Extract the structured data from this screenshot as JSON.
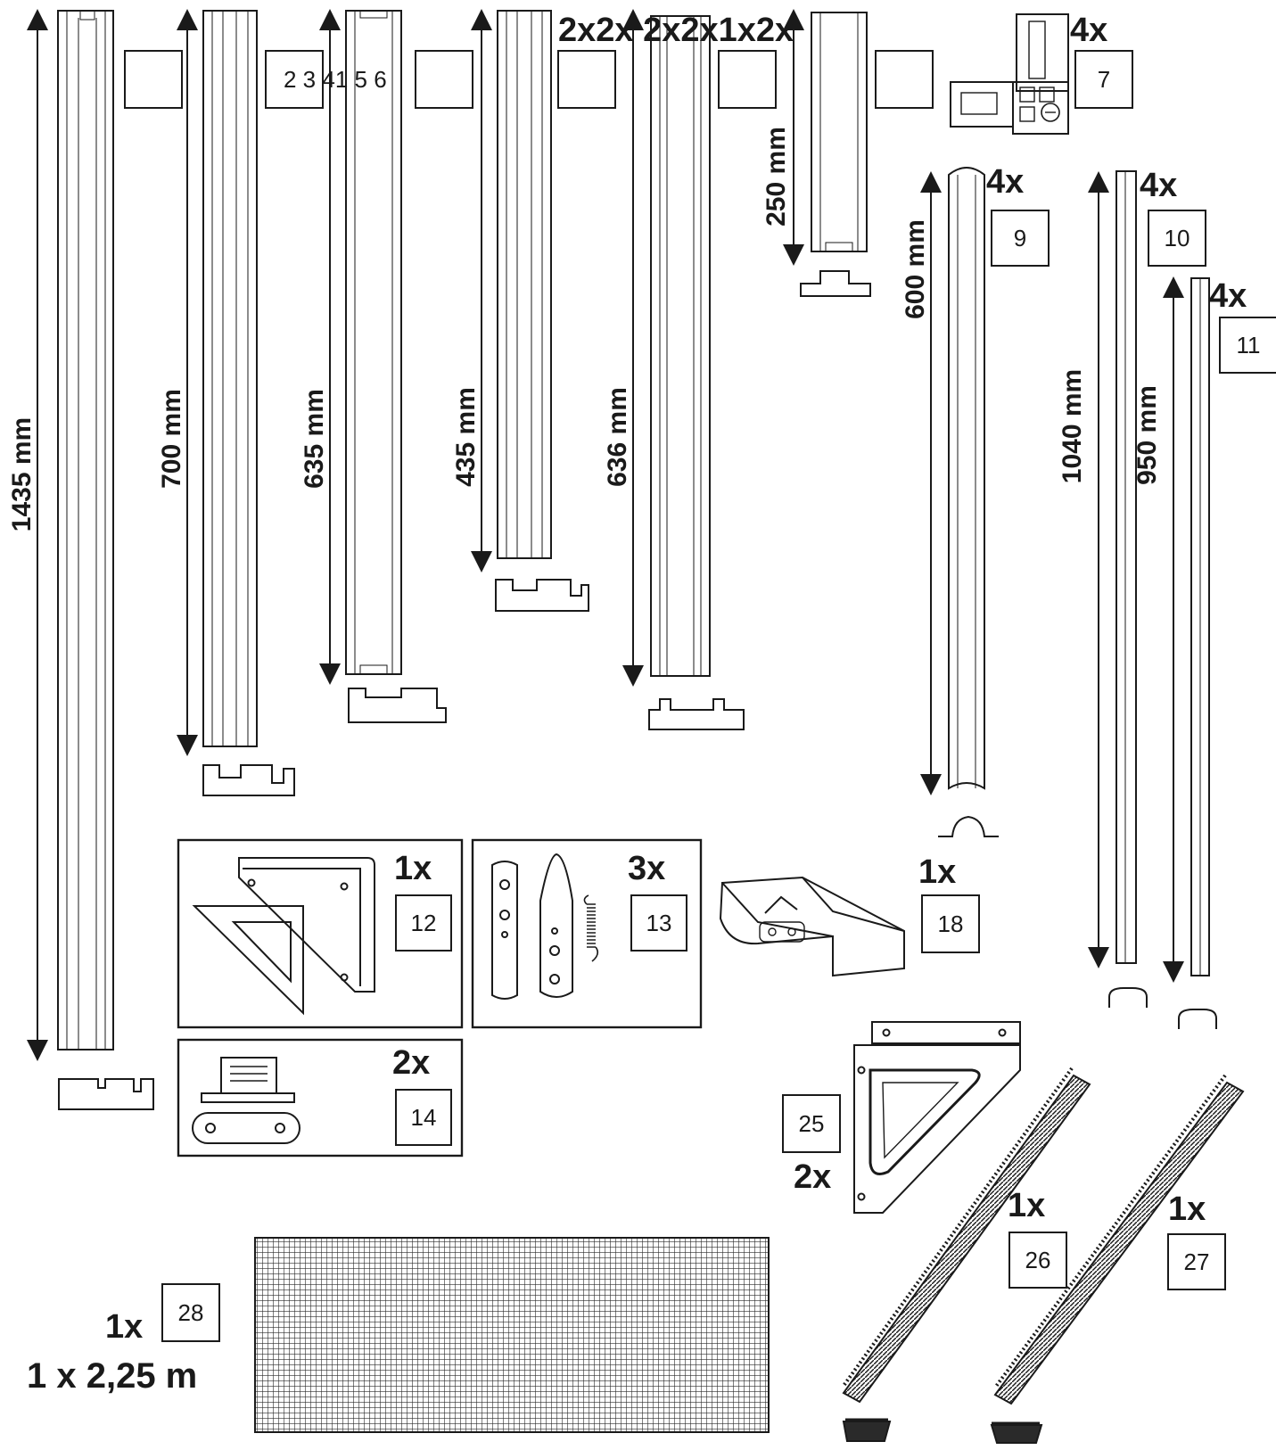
{
  "parts": [
    {
      "number": "2 3 41 5 6",
      "quantity": "2x2x 2x2x1x2x",
      "length": "1435 mm"
    },
    {
      "number": "",
      "quantity": "",
      "length": "700 mm"
    },
    {
      "number": "",
      "quantity": "",
      "length": "635 mm"
    },
    {
      "number": "",
      "quantity": "",
      "length": "435 mm"
    },
    {
      "number": "",
      "quantity": "",
      "length": "636 mm"
    },
    {
      "number": "",
      "quantity": "",
      "length": "250 mm"
    },
    {
      "number": "7",
      "quantity": "4x"
    },
    {
      "number": "9",
      "quantity": "4x",
      "length": "600 mm"
    },
    {
      "number": "10",
      "quantity": "4x",
      "length": "1040 mm"
    },
    {
      "number": "11",
      "quantity": "4x",
      "length": "950 mm"
    },
    {
      "number": "12",
      "quantity": "1x"
    },
    {
      "number": "13",
      "quantity": "3x"
    },
    {
      "number": "14",
      "quantity": "2x"
    },
    {
      "number": "18",
      "quantity": "1x"
    },
    {
      "number": "25",
      "quantity": "2x"
    },
    {
      "number": "26",
      "quantity": "1x"
    },
    {
      "number": "27",
      "quantity": "1x"
    },
    {
      "number": "28",
      "quantity": "1x",
      "size": "1 x 2,25 m"
    }
  ]
}
